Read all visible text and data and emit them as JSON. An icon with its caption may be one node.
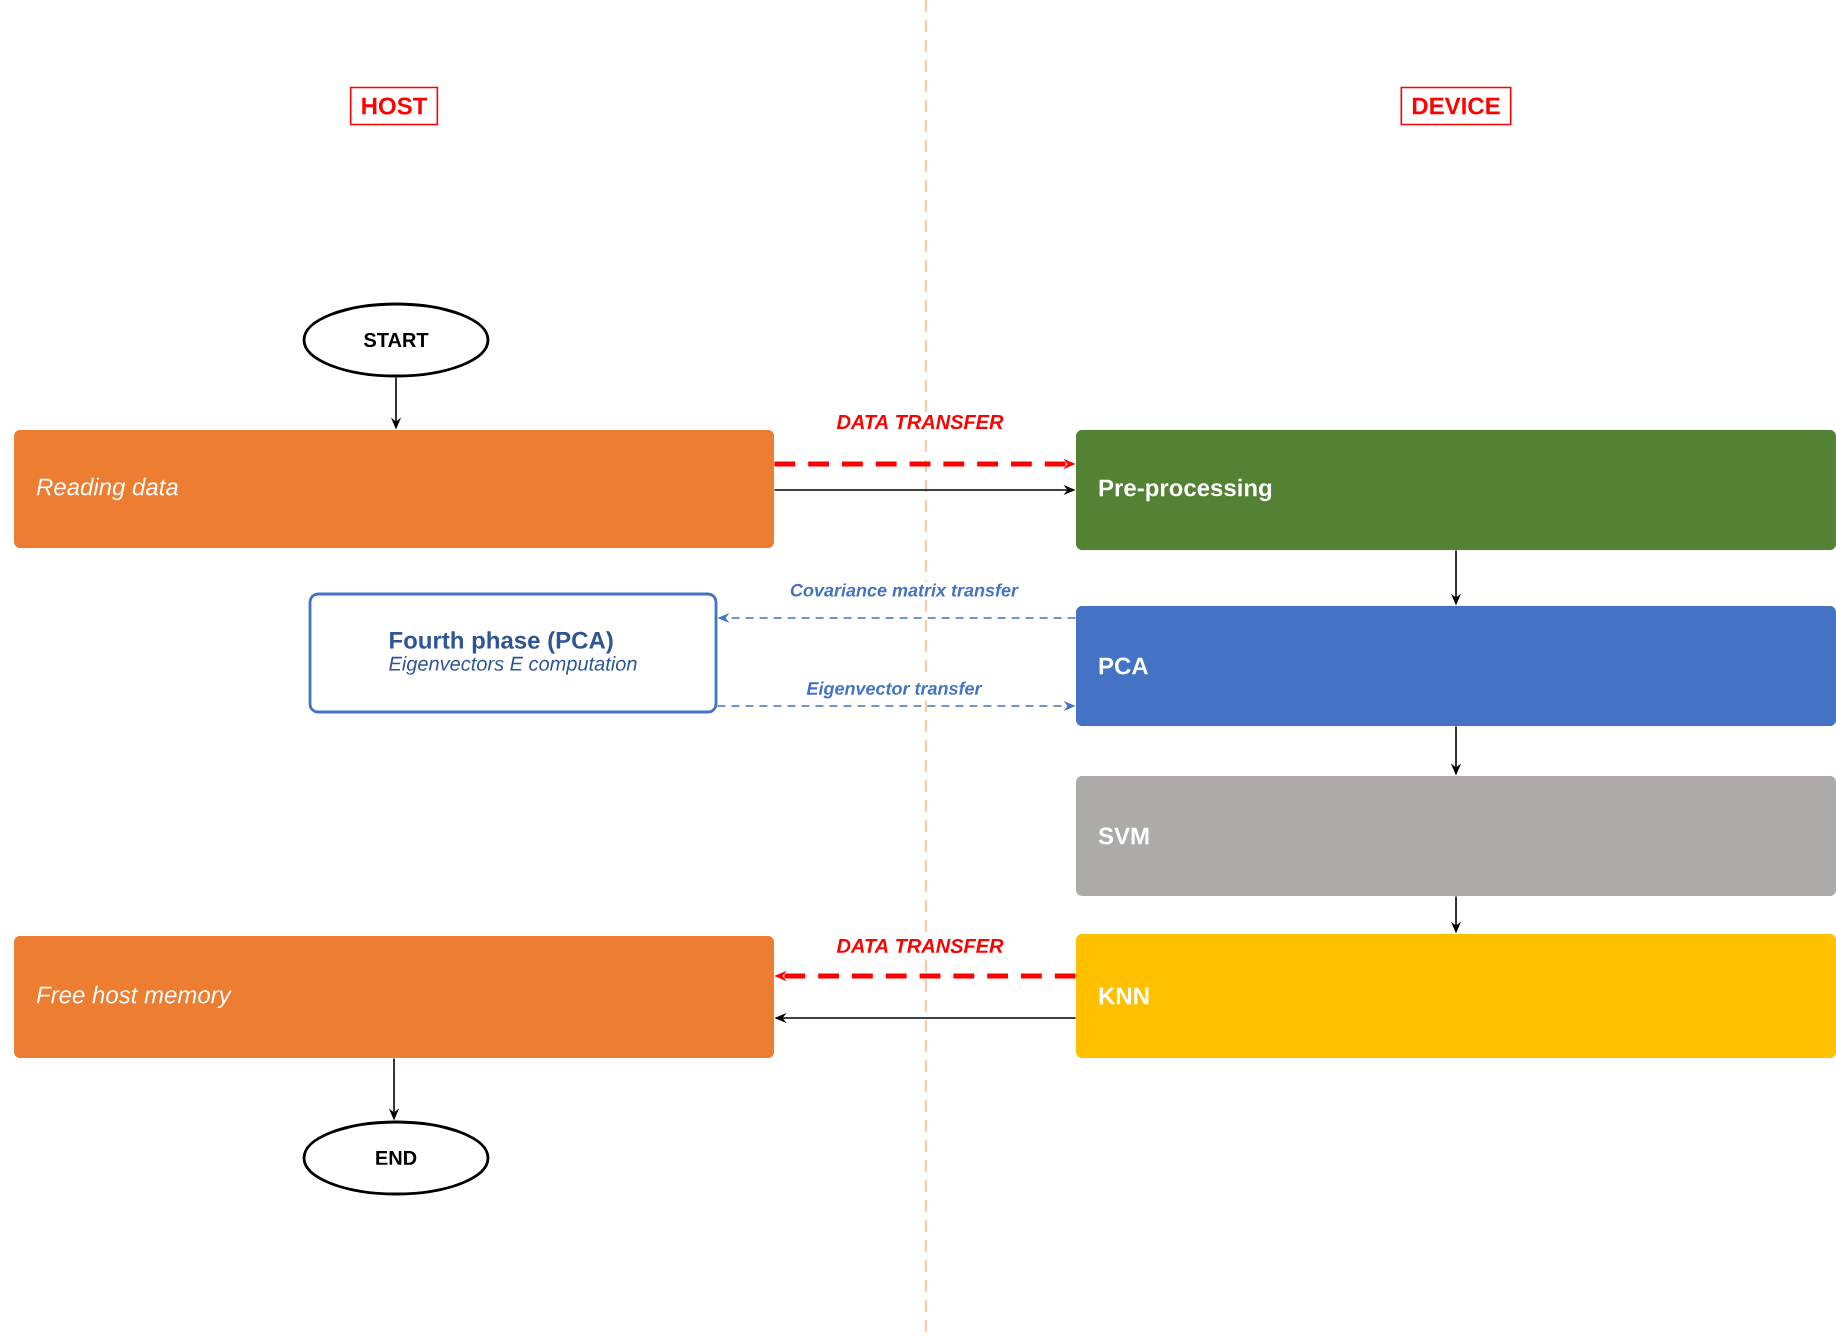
{
  "diagram": {
    "nodes": [
      {
        "text": [
          "HOST"
        ]
      },
      {
        "text": [
          "DEVICE"
        ]
      },
      {
        "text": [
          "START"
        ]
      },
      {
        "text": [
          "Reading data"
        ]
      },
      {
        "text": [
          "Pre-processing"
        ]
      },
      {
        "text": [
          "Fourth phase (PCA)",
          "Eigenvectors E computation"
        ]
      },
      {
        "text": [
          "PCA"
        ]
      },
      {
        "text": [
          "SVM"
        ]
      },
      {
        "text": [
          "Free host memory"
        ]
      },
      {
        "text": [
          "KNN"
        ]
      },
      {
        "text": [
          "END"
        ]
      }
    ],
    "edges": [
      {
        "from": 2,
        "to": 3,
        "arrow": "to"
      },
      {
        "from": 3,
        "to": 4,
        "arrow": "to",
        "label": "DATA TRANSFER",
        "style": "dashed",
        "color": "#ff0000"
      },
      {
        "from": 3,
        "to": 4,
        "arrow": "to"
      },
      {
        "from": 4,
        "to": 6,
        "arrow": "to"
      },
      {
        "from": 6,
        "to": 5,
        "arrow": "to",
        "label": "Covariance matrix transfer",
        "style": "dashed",
        "color": "#4472c4"
      },
      {
        "from": 5,
        "to": 6,
        "arrow": "to",
        "label": "Eigenvector transfer",
        "style": "dashed",
        "color": "#4472c4"
      },
      {
        "from": 6,
        "to": 7,
        "arrow": "to"
      },
      {
        "from": 7,
        "to": 9,
        "arrow": "to"
      },
      {
        "from": 9,
        "to": 8,
        "arrow": "to",
        "label": "DATA TRANSFER",
        "style": "dashed",
        "color": "#ff0000"
      },
      {
        "from": 9,
        "to": 8,
        "arrow": "to"
      },
      {
        "from": 8,
        "to": 10,
        "arrow": "to"
      }
    ]
  }
}
